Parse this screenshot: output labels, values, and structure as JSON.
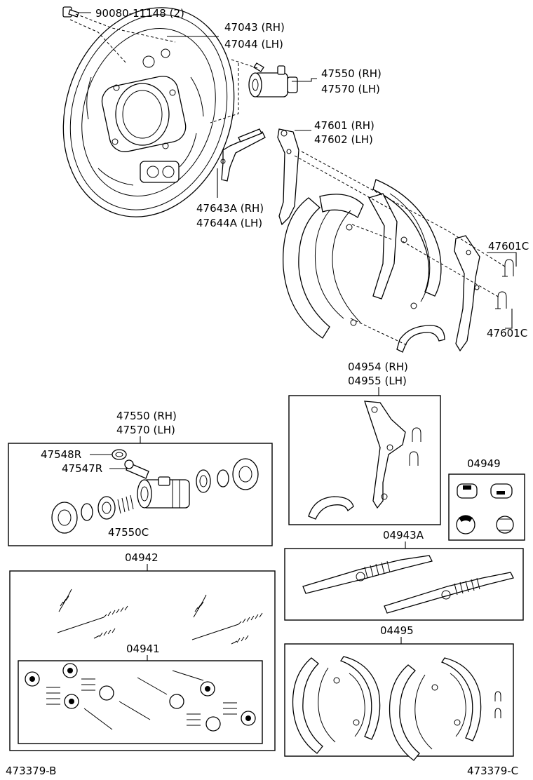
{
  "labels": {
    "bolt": "90080-11148 (2)",
    "plate_rh": "47043 (RH)",
    "plate_lh": "47044 (LH)",
    "cyl_rh": "47550 (RH)",
    "cyl_lh": "47570 (LH)",
    "lever_rh": "47601 (RH)",
    "lever_lh": "47602 (LH)",
    "strut_rh": "47643A (RH)",
    "strut_lh": "47644A (LH)",
    "clip_a": "47601C",
    "clip_b": "47601C",
    "kit_rh": "04954 (RH)",
    "kit_lh": "04955 (LH)",
    "cupkit": "04949",
    "cylkit_rh": "47550 (RH)",
    "cylkit_lh": "47570 (LH)",
    "bleeder_cap": "47548R",
    "bleeder_plug": "47547R",
    "cyl_kit": "47550C",
    "adjuster": "04943A",
    "spring_kit": "04942",
    "shoe_set": "04495",
    "hold_kit": "04941",
    "ref_left": "473379-B",
    "ref_right": "473379-C"
  }
}
